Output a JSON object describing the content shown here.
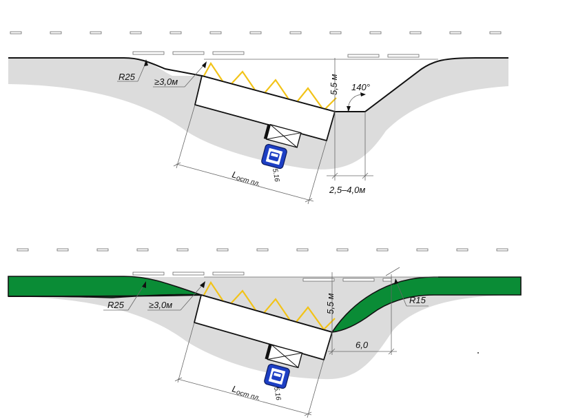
{
  "top": {
    "radius_label": "R25",
    "offset_label": "≥3,0м",
    "depth_label": "5,5 м",
    "angle_label": "140°",
    "width_label": "2,5–4,0м",
    "length_label_main": "L",
    "length_label_sub": "ост пл.",
    "sign_label": "5.16"
  },
  "bottom": {
    "radius_left_label": "R25",
    "offset_label": "≥3,0м",
    "depth_label": "5,5 м",
    "radius_right_label": "R15",
    "width_label": "6,0",
    "length_label_main": "L",
    "length_label_sub": "ост пл.",
    "sign_label": "5.16"
  },
  "colors": {
    "road": "#dcdcdc",
    "median": "#0a8c36",
    "zigzag": "#f2c318",
    "sign_blue": "#1d3fc4",
    "line": "#111111"
  }
}
